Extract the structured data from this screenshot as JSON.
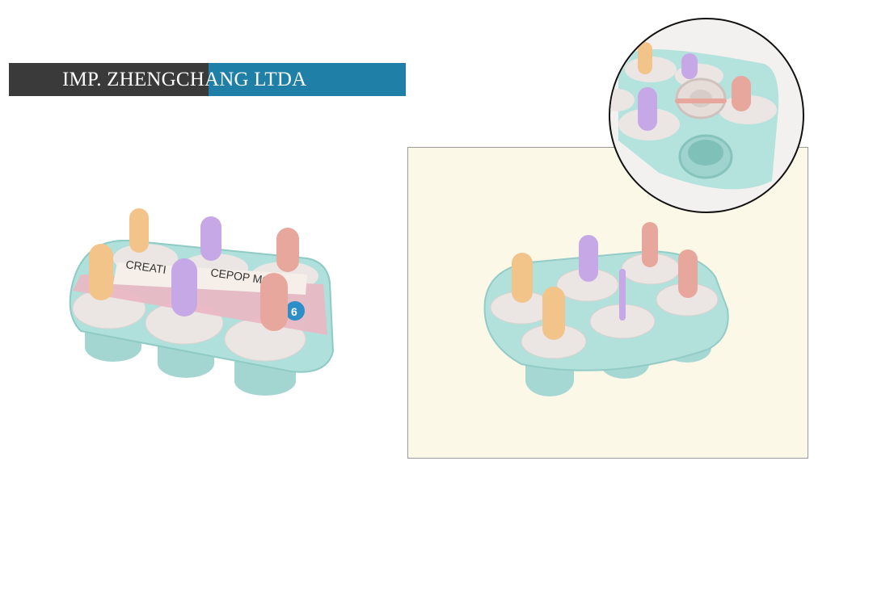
{
  "banner": {
    "company_name": "IMP. ZHENGCHANG LTDA",
    "colors": {
      "left": "#3a3a3a",
      "right": "#1f7fa6",
      "text": "#ffffff"
    }
  },
  "left_photo": {
    "package_label_line1": "CREATI",
    "package_label_line2": "CEPOP MO",
    "package_badge": "6"
  },
  "colors": {
    "tray": "#a9dcd7",
    "lid": "#ece7e4",
    "stick_orange": "#f2c48a",
    "stick_purple": "#c7a8e6",
    "stick_pink": "#e8a79c",
    "panel_bg": "#fbf8e8"
  }
}
